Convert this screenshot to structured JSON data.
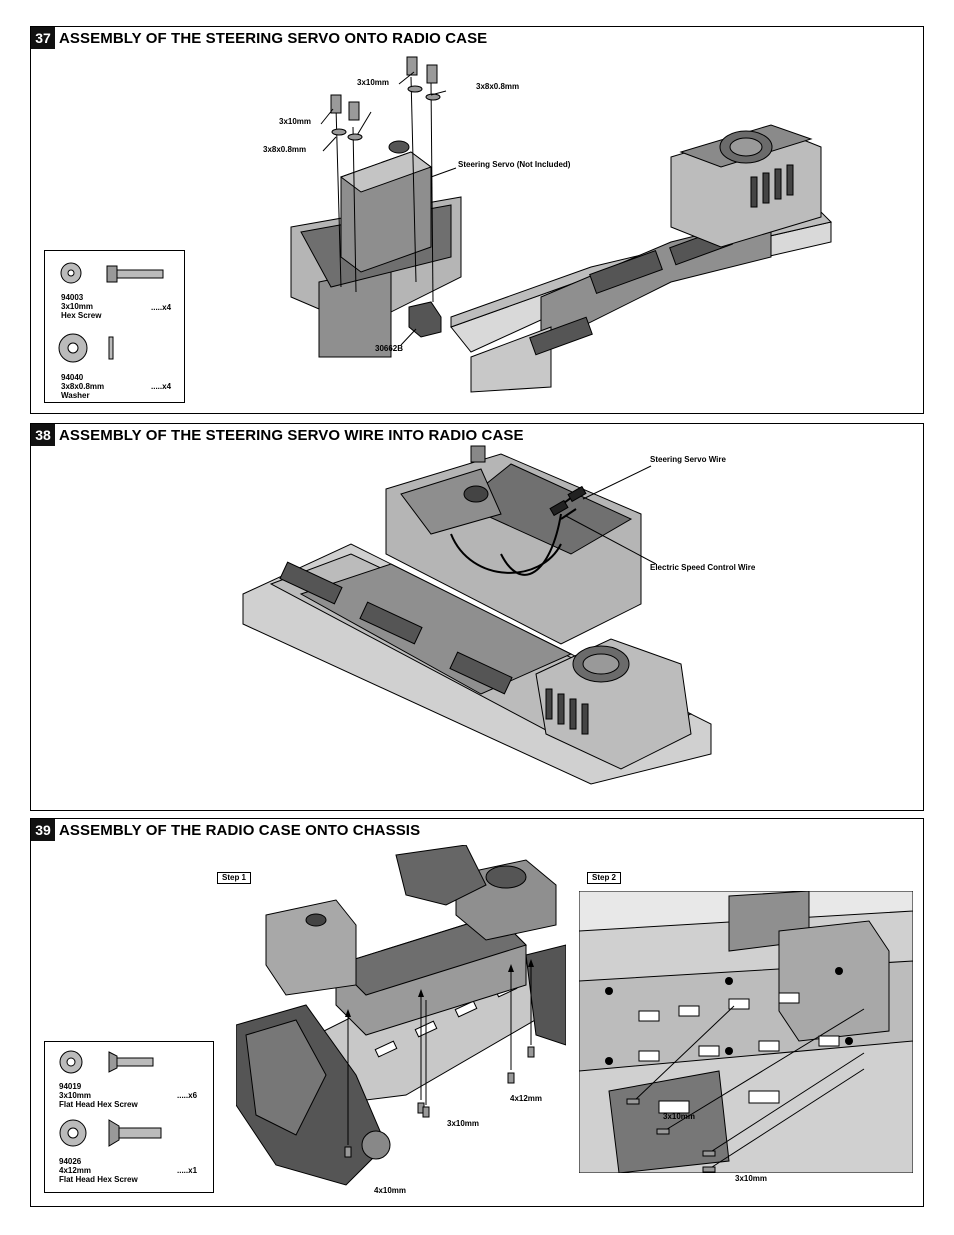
{
  "steps": [
    {
      "number": "37",
      "title": "ASSEMBLY OF THE STEERING SERVO ONTO RADIO CASE",
      "callouts": {
        "screw_a": "3x10mm",
        "washer_a": "3x8x0.8mm",
        "screw_b": "3x10mm",
        "washer_b": "3x8x0.8mm",
        "servo": "Steering Servo (Not Included)",
        "mount": "30662B"
      },
      "parts": [
        {
          "number": "94003",
          "size": "3x10mm",
          "name": "Hex Screw",
          "qty": ".....x4"
        },
        {
          "number": "94040",
          "size": "3x8x0.8mm",
          "name": "Washer",
          "qty": ".....x4"
        }
      ]
    },
    {
      "number": "38",
      "title": "ASSEMBLY OF THE STEERING SERVO WIRE INTO RADIO CASE",
      "callouts": {
        "servo_wire": "Steering Servo Wire",
        "esc_wire": "Electric Speed Control Wire"
      }
    },
    {
      "number": "39",
      "title": "ASSEMBLY OF THE RADIO CASE ONTO CHASSIS",
      "step1": "Step 1",
      "step2": "Step 2",
      "callouts": {
        "s1_4x12": "4x12mm",
        "s1_3x10": "3x10mm",
        "s1_4x10": "4x10mm",
        "s2_3x10_a": "3x10mm",
        "s2_3x10_b": "3x10mm"
      },
      "parts": [
        {
          "number": "94019",
          "size": "3x10mm",
          "name": "Flat Head Hex Screw",
          "qty": ".....x6"
        },
        {
          "number": "94026",
          "size": "4x12mm",
          "name": "Flat Head Hex Screw",
          "qty": ".....x1"
        }
      ]
    }
  ],
  "colors": {
    "ink": "#000000",
    "part_fill": "#a9a9a9",
    "part_dark": "#6b6b6b",
    "part_light": "#d9d9d9"
  },
  "icons": [
    "hex-screw-icon",
    "washer-icon",
    "flat-head-screw-icon"
  ]
}
